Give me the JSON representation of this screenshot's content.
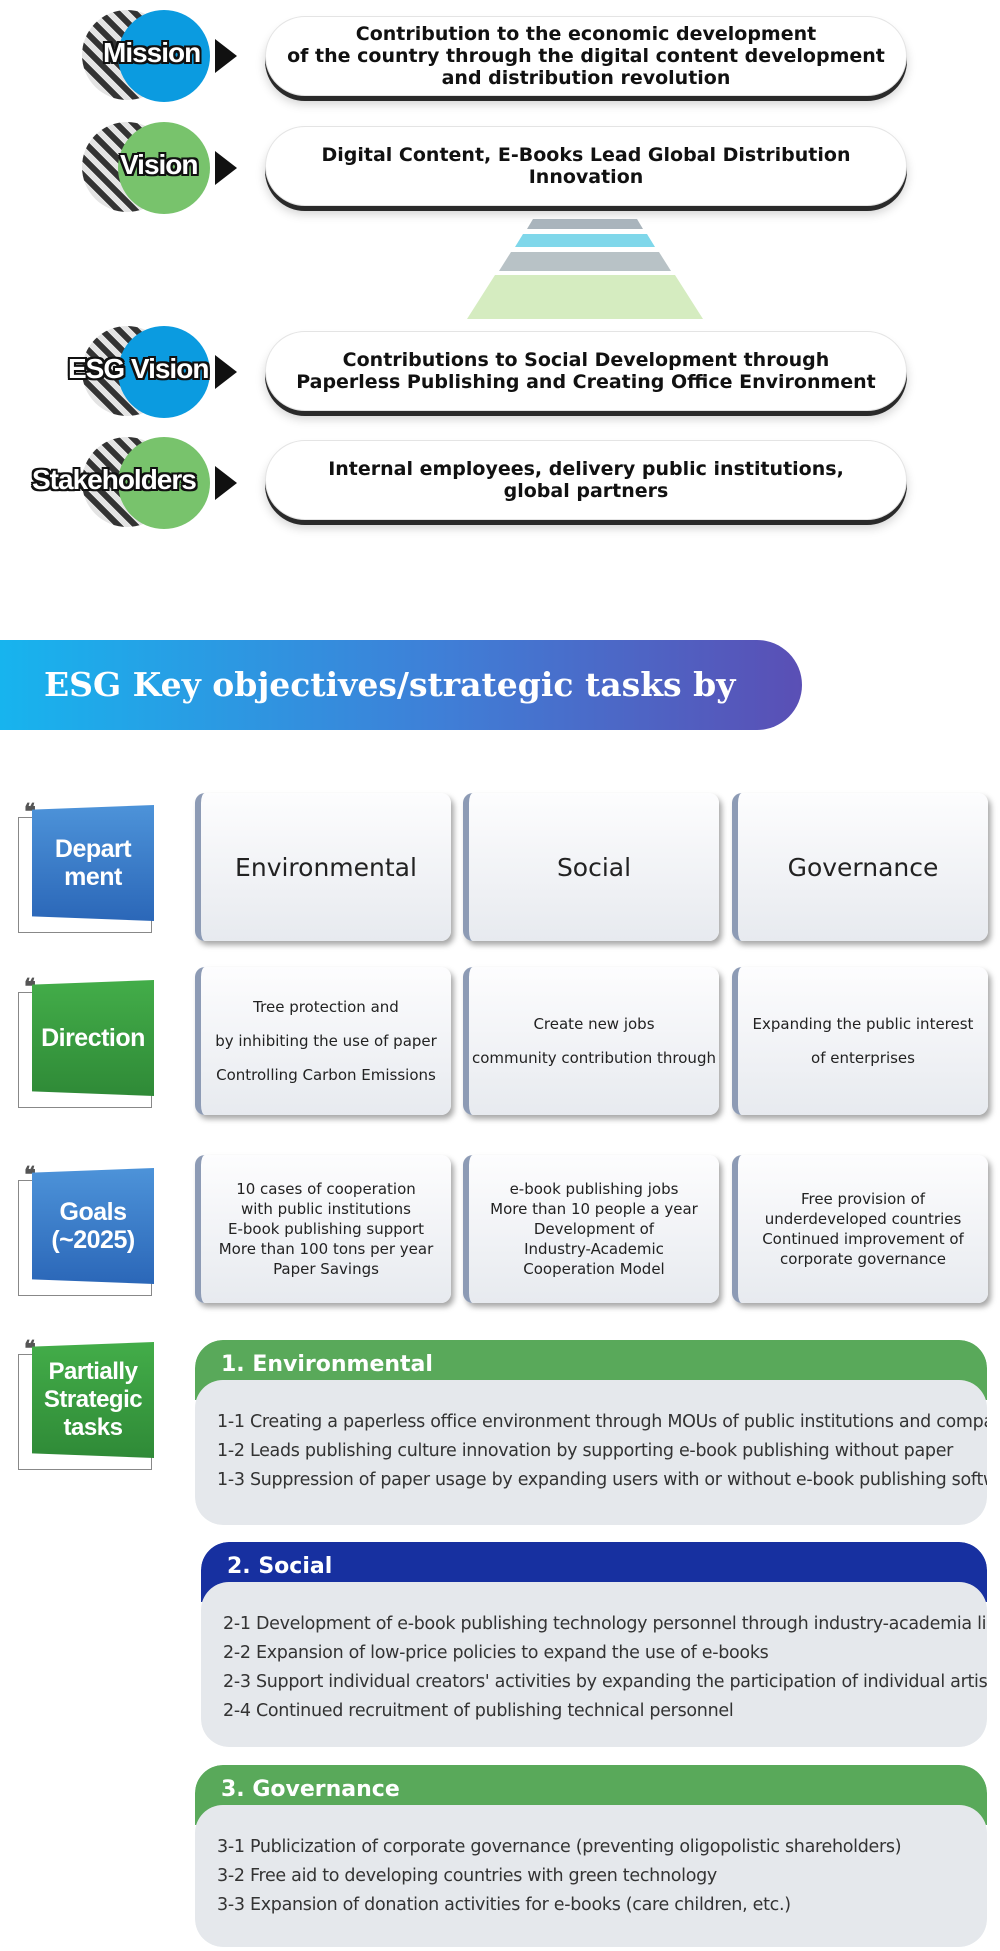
{
  "top_rows": [
    {
      "label": "Mission",
      "text": "Contribution to the economic development\nof the country through the digital content development\nand distribution revolution"
    },
    {
      "label": "Vision",
      "text": "Digital Content, E-Books Lead Global Distribution Innovation"
    },
    {
      "label": "ESG Vision",
      "text": "Contributions to Social Development through\nPaperless Publishing and Creating Office Environment"
    },
    {
      "label": "Stakeholders",
      "text": "Internal employees, delivery public institutions,\nglobal partners"
    }
  ],
  "banner": {
    "title": "ESG Key objectives/strategic tasks by part"
  },
  "tags": {
    "department": "Depart\nment",
    "direction": "Direction",
    "goals": "Goals\n(~2025)",
    "tasks": "Partially\nStrategic\ntasks"
  },
  "departments": [
    "Environmental",
    "Social",
    "Governance"
  ],
  "directions": [
    "Tree protection and\nby inhibiting the use of paper\nControlling Carbon Emissions",
    "Create new jobs\ncommunity contribution through",
    "Expanding the public interest\nof enterprises"
  ],
  "goals": [
    "10 cases of cooperation\nwith public institutions\nE-book publishing support\nMore than 100 tons per year\nPaper Savings",
    "e-book publishing jobs\nMore than 10 people a year\nDevelopment of\nIndustry-Academic\nCooperation Model",
    "Free provision of\nunderdeveloped countries\nContinued improvement of\ncorporate governance"
  ],
  "strategic_tasks": [
    {
      "title": "1. Environmental",
      "color": "#59a95a",
      "items": [
        "1-1 Creating a paperless office environment through MOUs of public institutions and companies",
        "1-2 Leads publishing culture innovation by supporting e-book publishing without paper",
        "1-3 Suppression of paper usage by expanding users with or without e-book publishing software"
      ]
    },
    {
      "title": "2. Social",
      "color": "#1730a0",
      "items": [
        "2-1 Development of e-book publishing technology personnel through industry-academia linkage",
        "2-2 Expansion of low-price policies to expand the use of e-books",
        "2-3 Support individual creators' activities by expanding the participation of individual artists",
        "2-4 Continued recruitment of publishing technical personnel"
      ]
    },
    {
      "title": "3. Governance",
      "color": "#59a95a",
      "items": [
        "3-1 Publicization of corporate governance (preventing oligopolistic shareholders)",
        "3-2 Free aid to developing countries with green technology",
        "3-3 Expansion of donation activities for e-books (care children, etc.)"
      ]
    }
  ],
  "colors": {
    "blue_circle": "#0b9be0",
    "green_circle": "#78c36c",
    "banner_start": "#17b4ee",
    "banner_end": "#5a4fb5"
  }
}
